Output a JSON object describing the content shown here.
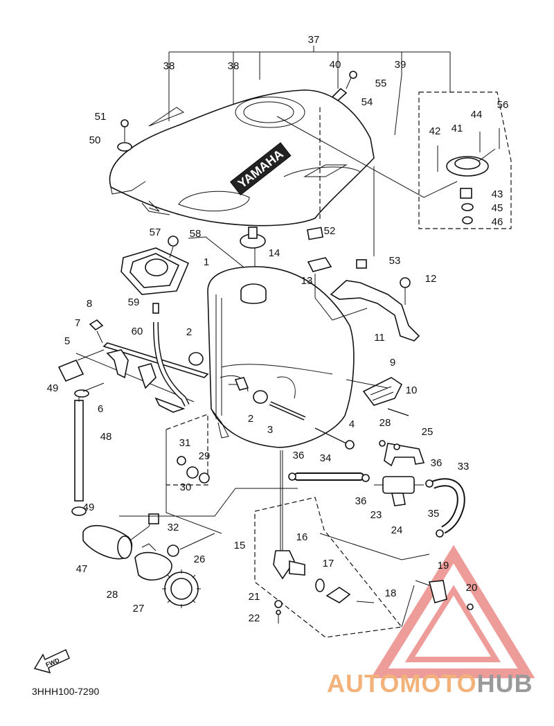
{
  "diagram": {
    "part_code": "3HHH100-7290",
    "fwd_label": "FWD",
    "tank_text": "YAMAHA",
    "watermark": {
      "part1": "AUTOMOTO",
      "part2": "HUB",
      "color1": "#f3b27a",
      "color2": "#9a9a9a",
      "triangle_color": "#e8736e"
    },
    "labels": [
      {
        "id": "37",
        "text": "37"
      },
      {
        "id": "38a",
        "text": "38"
      },
      {
        "id": "38b",
        "text": "38"
      },
      {
        "id": "40",
        "text": "40"
      },
      {
        "id": "39",
        "text": "39"
      },
      {
        "id": "55",
        "text": "55"
      },
      {
        "id": "54",
        "text": "54"
      },
      {
        "id": "56",
        "text": "56"
      },
      {
        "id": "44",
        "text": "44"
      },
      {
        "id": "42",
        "text": "42"
      },
      {
        "id": "41",
        "text": "41"
      },
      {
        "id": "43",
        "text": "43"
      },
      {
        "id": "45",
        "text": "45"
      },
      {
        "id": "46",
        "text": "46"
      },
      {
        "id": "51",
        "text": "51"
      },
      {
        "id": "50",
        "text": "50"
      },
      {
        "id": "57",
        "text": "57"
      },
      {
        "id": "58",
        "text": "58"
      },
      {
        "id": "52",
        "text": "52"
      },
      {
        "id": "14",
        "text": "14"
      },
      {
        "id": "53",
        "text": "53"
      },
      {
        "id": "1",
        "text": "1"
      },
      {
        "id": "13",
        "text": "13"
      },
      {
        "id": "12",
        "text": "12"
      },
      {
        "id": "59",
        "text": "59"
      },
      {
        "id": "8",
        "text": "8"
      },
      {
        "id": "7",
        "text": "7"
      },
      {
        "id": "60",
        "text": "60"
      },
      {
        "id": "2a",
        "text": "2"
      },
      {
        "id": "11",
        "text": "11"
      },
      {
        "id": "5",
        "text": "5"
      },
      {
        "id": "9",
        "text": "9"
      },
      {
        "id": "10",
        "text": "10"
      },
      {
        "id": "49a",
        "text": "49"
      },
      {
        "id": "6",
        "text": "6"
      },
      {
        "id": "2b",
        "text": "2"
      },
      {
        "id": "3",
        "text": "3"
      },
      {
        "id": "4",
        "text": "4"
      },
      {
        "id": "28a",
        "text": "28"
      },
      {
        "id": "25",
        "text": "25"
      },
      {
        "id": "48",
        "text": "48"
      },
      {
        "id": "31",
        "text": "31"
      },
      {
        "id": "29",
        "text": "29"
      },
      {
        "id": "30",
        "text": "30"
      },
      {
        "id": "36a",
        "text": "36"
      },
      {
        "id": "34",
        "text": "34"
      },
      {
        "id": "36b",
        "text": "36"
      },
      {
        "id": "33",
        "text": "33"
      },
      {
        "id": "36c",
        "text": "36"
      },
      {
        "id": "23",
        "text": "23"
      },
      {
        "id": "24",
        "text": "24"
      },
      {
        "id": "49b",
        "text": "49"
      },
      {
        "id": "35",
        "text": "35"
      },
      {
        "id": "32",
        "text": "32"
      },
      {
        "id": "16",
        "text": "16"
      },
      {
        "id": "15",
        "text": "15"
      },
      {
        "id": "47",
        "text": "47"
      },
      {
        "id": "26",
        "text": "26"
      },
      {
        "id": "17",
        "text": "17"
      },
      {
        "id": "19",
        "text": "19"
      },
      {
        "id": "18",
        "text": "18"
      },
      {
        "id": "20",
        "text": "20"
      },
      {
        "id": "28b",
        "text": "28"
      },
      {
        "id": "27",
        "text": "27"
      },
      {
        "id": "21",
        "text": "21"
      },
      {
        "id": "22",
        "text": "22"
      }
    ]
  }
}
